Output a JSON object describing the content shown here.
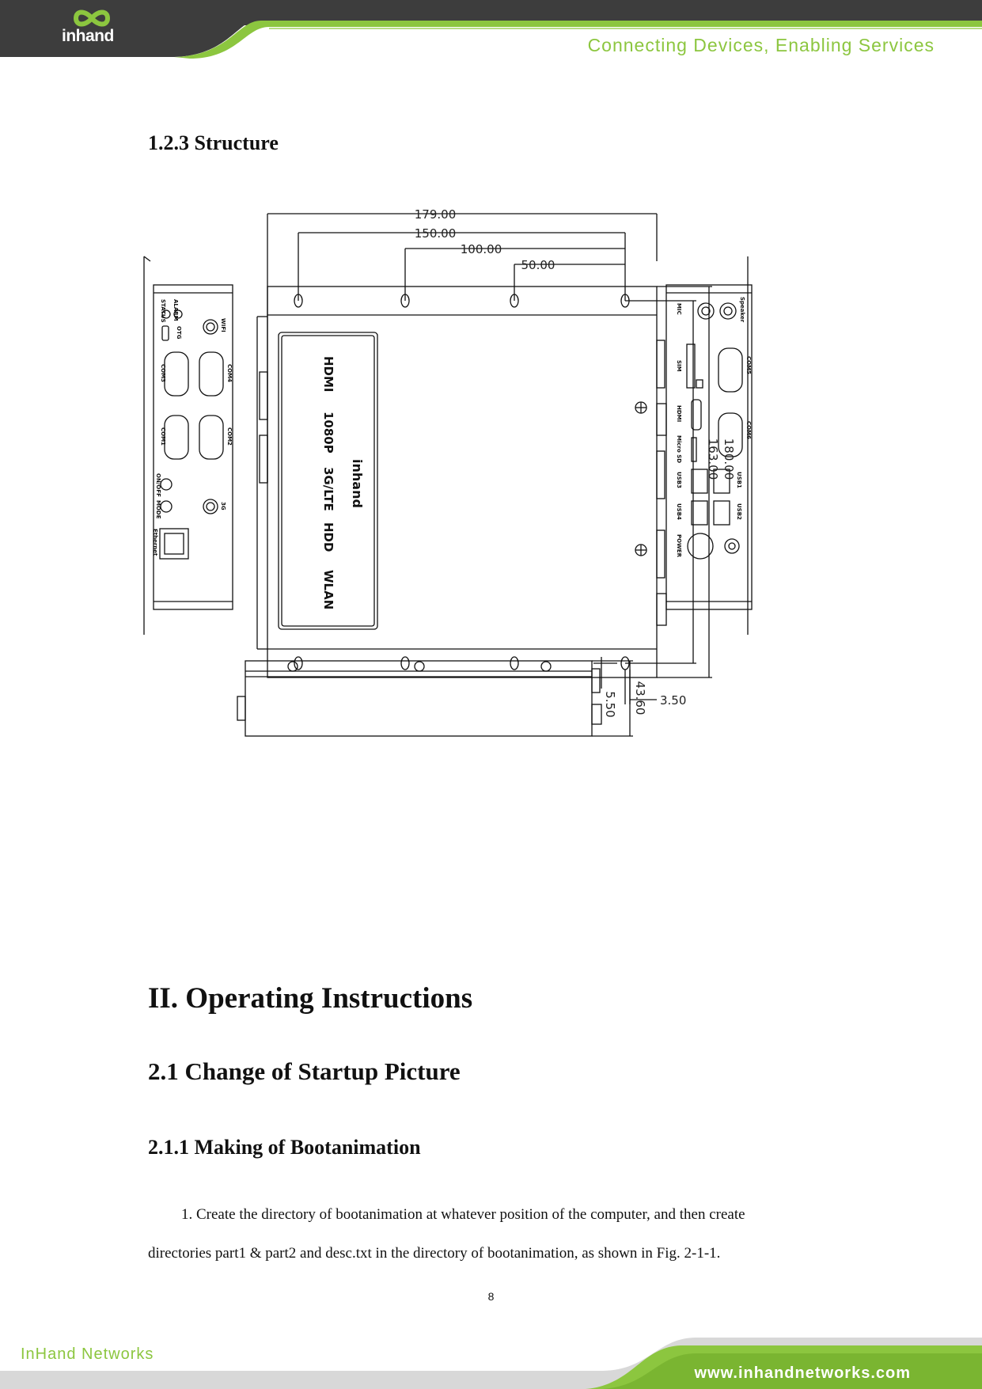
{
  "header": {
    "logo": "inhand",
    "tagline": "Connecting Devices, Enabling Services"
  },
  "section_1_2_3": {
    "title": "1.2.3 Structure"
  },
  "drawing": {
    "dimensions": {
      "d179": "179.00",
      "d150": "150.00",
      "d100": "100.00",
      "d50": "50.00",
      "d180": "180.00",
      "d163": "163.00",
      "d550": "5.50",
      "d350": "3.50",
      "d4360": "43.60"
    },
    "top_panel": {
      "hdmi": "HDMI",
      "res": "1080P",
      "lte": "3G/LTE",
      "hdd": "HDD",
      "wlan": "WLAN",
      "brand": "inhand"
    },
    "left_panel": {
      "alarm": "ALARM",
      "status": "STATUS",
      "otg": "OTG",
      "wifi": "WIFI",
      "com3": "COM3",
      "com4": "COM4",
      "com1": "COM1",
      "com2": "COM2",
      "onoff": "ON/OFF",
      "mode": "MODE",
      "g3": "3G",
      "ethernet": "Ethernet"
    },
    "right_panel": {
      "mic": "MIC",
      "speaker": "Speaker",
      "sim": "SIM",
      "com5": "COM5",
      "hdmi": "HDMI",
      "com6": "COM6",
      "microsd": "Micro SD",
      "usb3": "USB3",
      "usb1": "USB1",
      "usb4": "USB4",
      "usb2": "USB2",
      "power": "POWER"
    }
  },
  "chapter_2": {
    "title": "II. Operating Instructions"
  },
  "section_2_1": {
    "title": "2.1 Change of Startup Picture"
  },
  "section_2_1_1": {
    "title": "2.1.1 Making of Bootanimation"
  },
  "body": {
    "step1_line1": "1. Create the directory of bootanimation at whatever position of the computer, and then create",
    "step1_line2": "directories part1 & part2 and desc.txt in the directory of bootanimation, as shown in Fig. 2-1-1."
  },
  "page_number": "8",
  "footer": {
    "left": "InHand Networks",
    "right": "www.inhandnetworks.com"
  },
  "colors": {
    "brand_green": "#8cc63f",
    "header_dark": "#3d3d3d"
  }
}
